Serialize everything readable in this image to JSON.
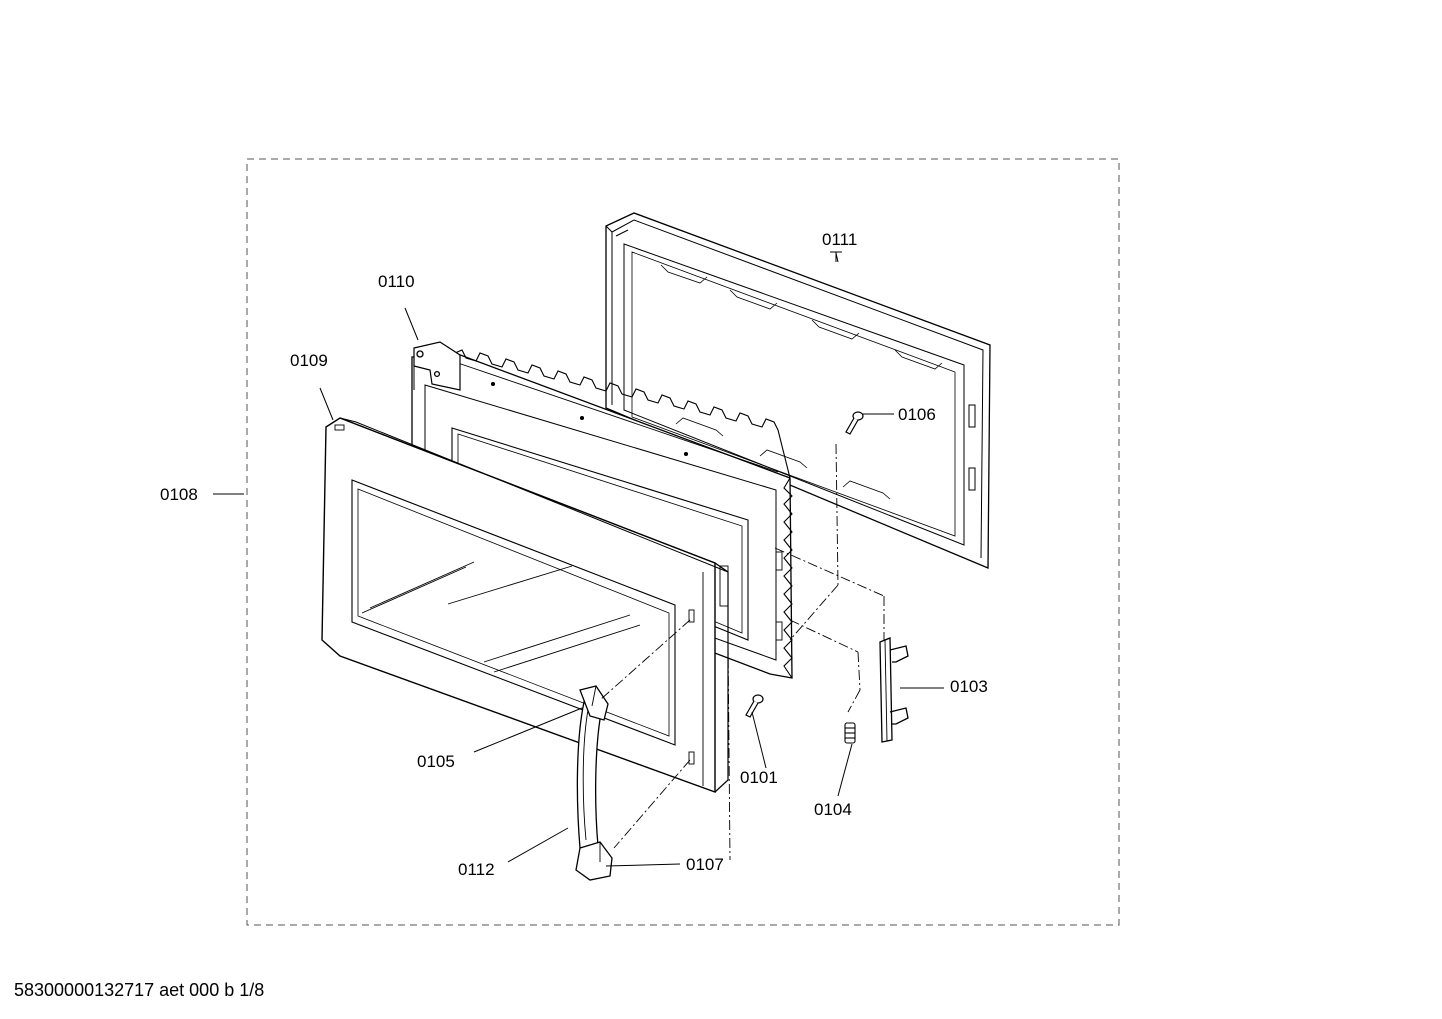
{
  "parts": {
    "p0101": "0101",
    "p0103": "0103",
    "p0104": "0104",
    "p0105": "0105",
    "p0106": "0106",
    "p0107": "0107",
    "p0108": "0108",
    "p0109": "0109",
    "p0110": "0110",
    "p0111": "0111",
    "p0112": "0112"
  },
  "footer": {
    "drawing_id": "58300000132717 aet 000 b 1/8"
  }
}
